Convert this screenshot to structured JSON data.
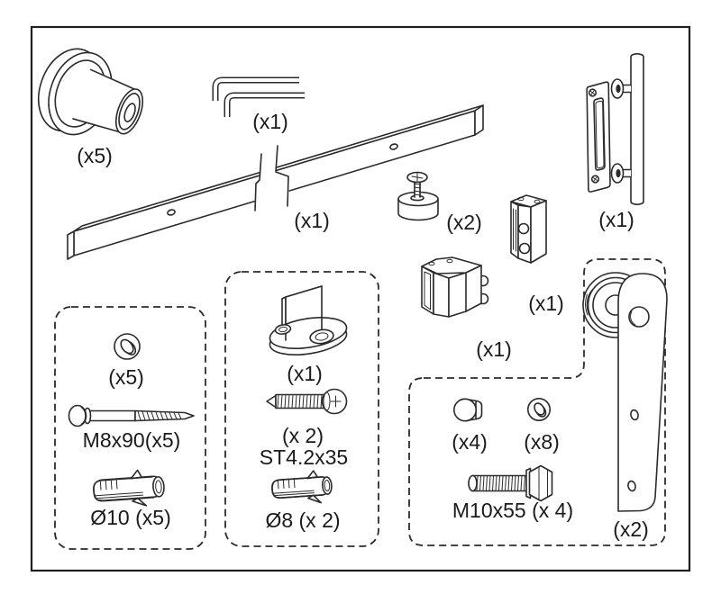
{
  "diagram": {
    "type": "hardware-parts-inventory",
    "items": {
      "spacer": {
        "qty": "(x5)"
      },
      "hex_keys": {
        "qty": "(x1)"
      },
      "rail": {
        "qty": "(x1)"
      },
      "door_stop": {
        "qty": "(x2)"
      },
      "block_small": {
        "qty": "(x1)"
      },
      "block_large": {
        "qty": "(x1)"
      },
      "handle": {
        "qty": "(x1)"
      },
      "washer_m8": {
        "qty": "(x5)"
      },
      "lag_screw": {
        "label": "M8x90(x5)"
      },
      "anchor_d10": {
        "label": "Ø10 (x5)"
      },
      "floor_guide": {
        "qty": "(x1)"
      },
      "screw_st42": {
        "qty": "(x 2)",
        "label": "ST4.2x35"
      },
      "anchor_d8": {
        "label": "Ø8 (x 2)"
      },
      "cap_nut": {
        "qty": "(x4)"
      },
      "washer_m10": {
        "qty": "(x8)"
      },
      "bolt_m10": {
        "label": "M10x55 (x 4)"
      },
      "hanger": {
        "qty": "(x2)"
      }
    },
    "line_color": "#2b2b2b"
  }
}
